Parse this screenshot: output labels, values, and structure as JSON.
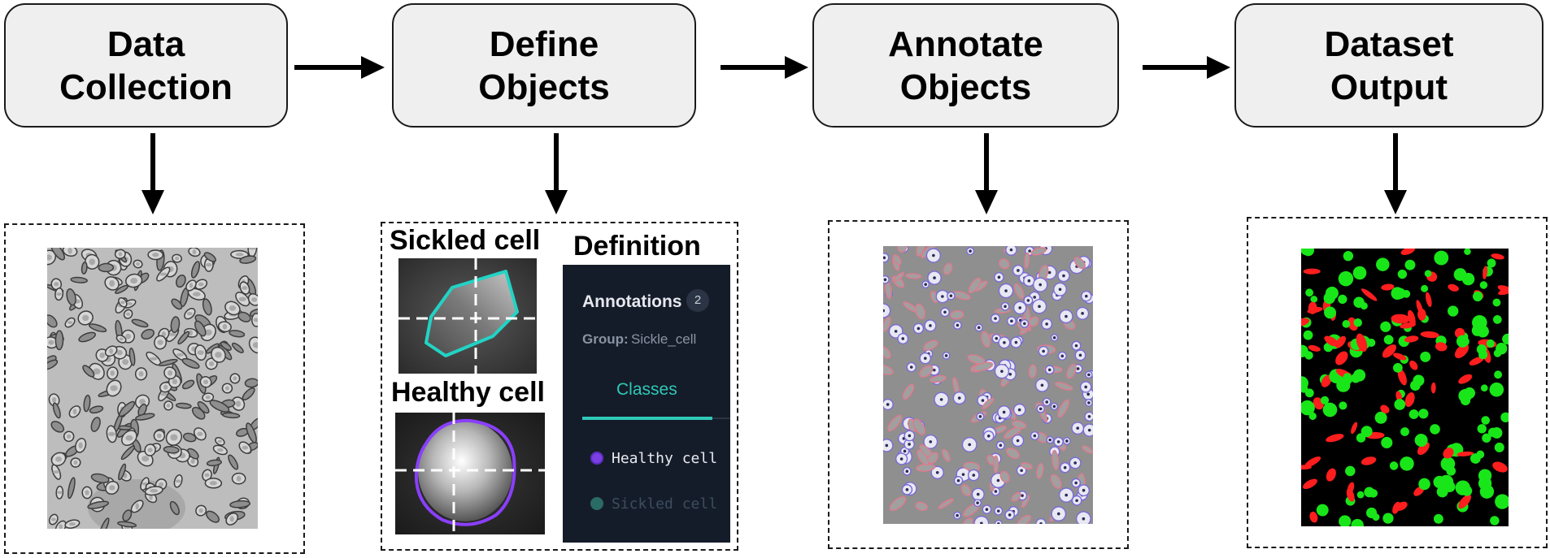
{
  "steps": [
    {
      "line1": "Data",
      "line2": "Collection"
    },
    {
      "line1": "Define",
      "line2": "Objects"
    },
    {
      "line1": "Annotate",
      "line2": "Objects"
    },
    {
      "line1": "Dataset",
      "line2": "Output"
    }
  ],
  "define_panel": {
    "sickled_label": "Sickled cell",
    "healthy_label": "Healthy cell",
    "definition_label": "Definition",
    "tool": {
      "annotations_label": "Annotations",
      "annotations_count": "2",
      "group_prefix": "Group:",
      "group_value": "Sickle_cell",
      "classes_tab": "Classes",
      "class_items": [
        {
          "label": "Healthy cell",
          "color": "#7b3fe4"
        },
        {
          "label": "Sickled cell",
          "color": "#2a6b63"
        }
      ]
    }
  },
  "colors": {
    "box_fill": "#efefef",
    "sickle_outline": "#22d3c5",
    "healthy_outline": "#8a3ffc",
    "mask_sickled": "#ff1e1e",
    "mask_healthy": "#19e619",
    "tool_bg": "#151c29",
    "tool_accent": "#2ec9b8"
  }
}
